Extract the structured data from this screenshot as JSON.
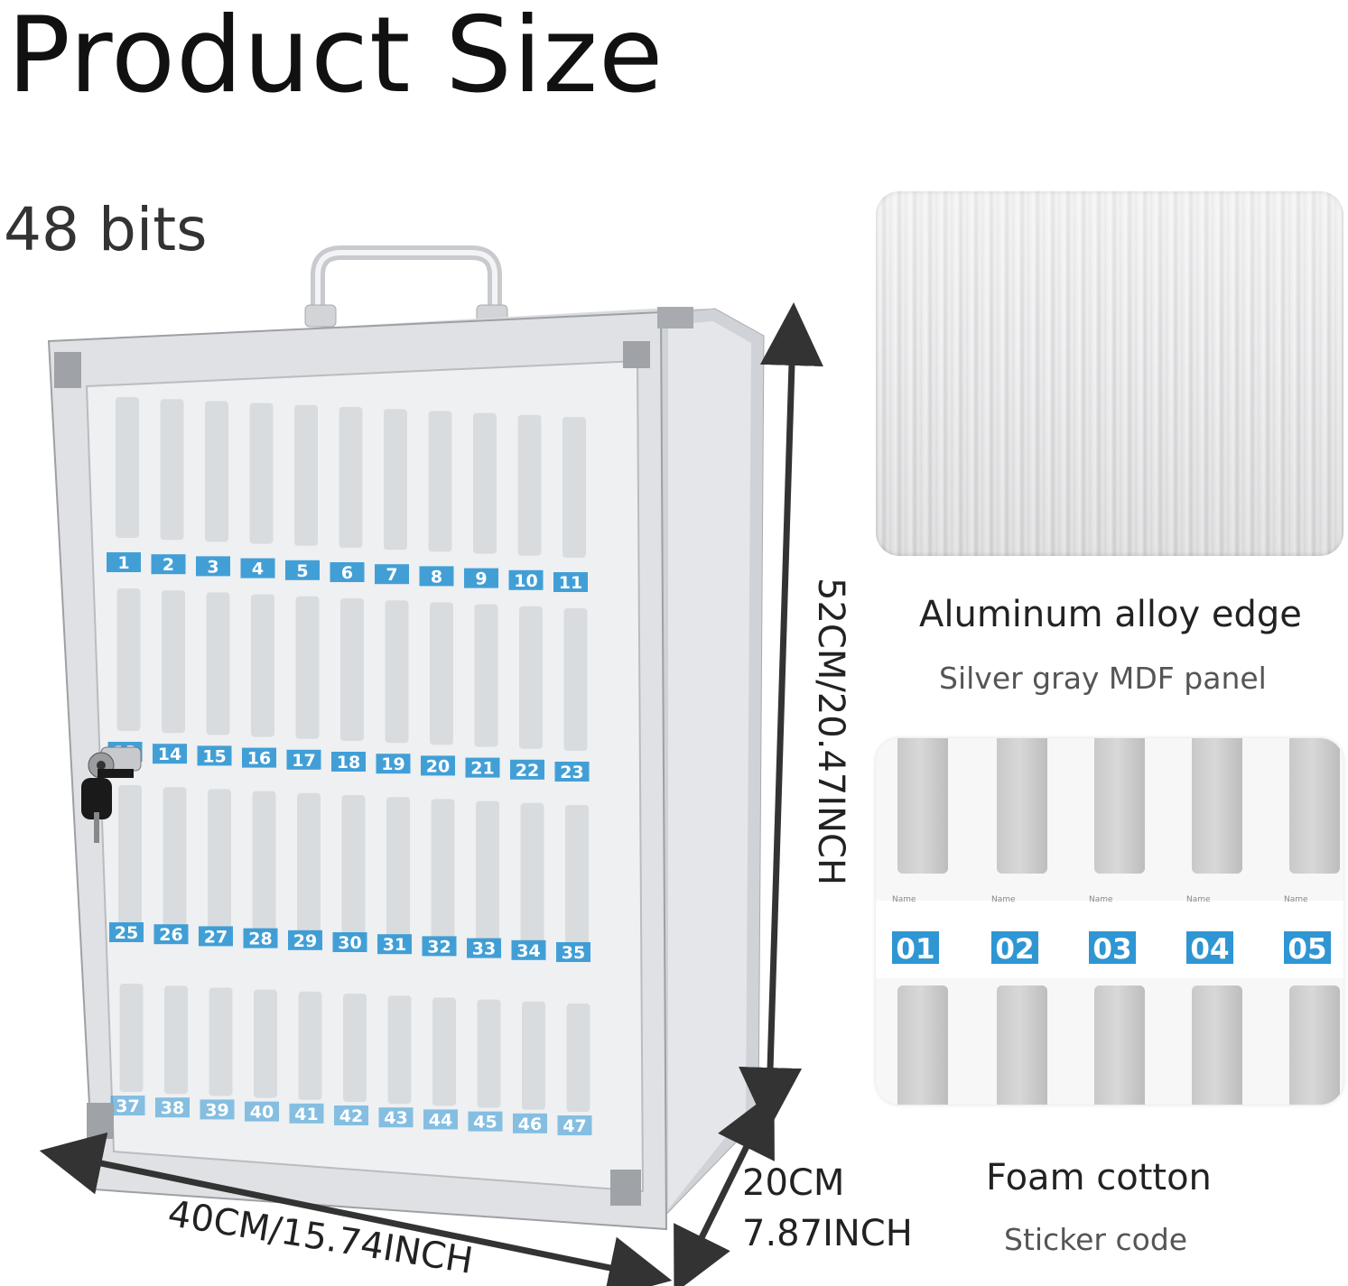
{
  "header": {
    "title": "Product Size",
    "capacity": "48 bits"
  },
  "dimensions": {
    "height": "52CM/20.47INCH",
    "width": "40CM/15.74INCH",
    "depth_cm": "20CM",
    "depth_inch": "7.87INCH"
  },
  "features": {
    "aluminum": {
      "title": "Aluminum alloy edge",
      "subtitle": "Silver gray MDF panel"
    },
    "foam": {
      "title": "Foam cotton",
      "subtitle": "Sticker code",
      "codes": [
        "01",
        "02",
        "03",
        "04",
        "05"
      ],
      "name_label": "Name"
    }
  },
  "cabinet": {
    "slot_numbers_rows": [
      [
        "1",
        "2",
        "3",
        "4",
        "5",
        "6",
        "7",
        "8",
        "9",
        "10",
        "11"
      ],
      [
        "13",
        "14",
        "15",
        "16",
        "17",
        "18",
        "19",
        "20",
        "21",
        "22",
        "23"
      ],
      [
        "25",
        "26",
        "27",
        "28",
        "29",
        "30",
        "31",
        "32",
        "33",
        "34",
        "35"
      ],
      [
        "37",
        "38",
        "39",
        "40",
        "41",
        "42",
        "43",
        "44",
        "45",
        "46",
        "47"
      ]
    ],
    "accent_color": "#2f96d3",
    "frame_color": "#dfe1e4"
  }
}
